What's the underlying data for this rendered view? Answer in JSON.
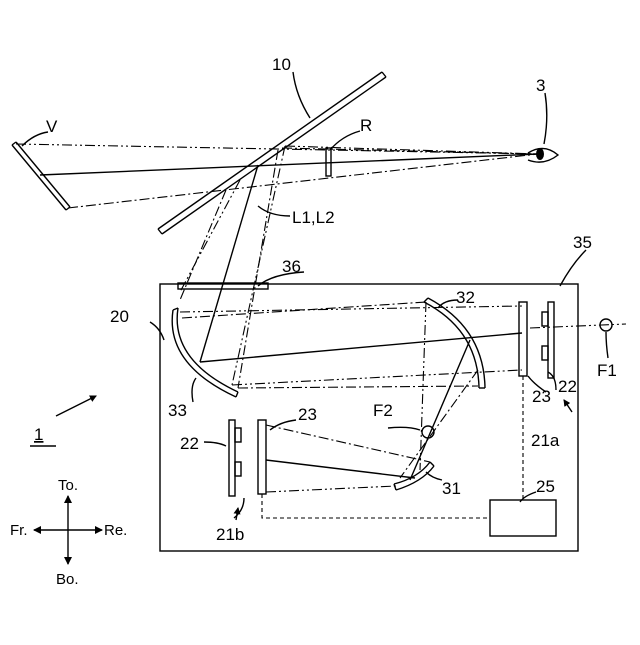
{
  "labels": {
    "fig_number": "1",
    "display_device": "3",
    "windshield": "10",
    "virtual_image": "V",
    "real_object": "R",
    "light": "L1,L2",
    "housing_unit": "20",
    "case": "35",
    "window": "36",
    "mirror_32": "32",
    "mirror_33": "33",
    "mirror_31": "31",
    "screen_23_right": "23",
    "screen_23_left": "23",
    "panel_22_right": "22",
    "panel_22_left": "22",
    "unit_21a": "21a",
    "unit_21b": "21b",
    "controller": "25",
    "focal_f1": "F1",
    "focal_f2": "F2"
  },
  "compass": {
    "top": "To.",
    "bottom": "Bo.",
    "left": "Fr.",
    "right": "Re."
  }
}
